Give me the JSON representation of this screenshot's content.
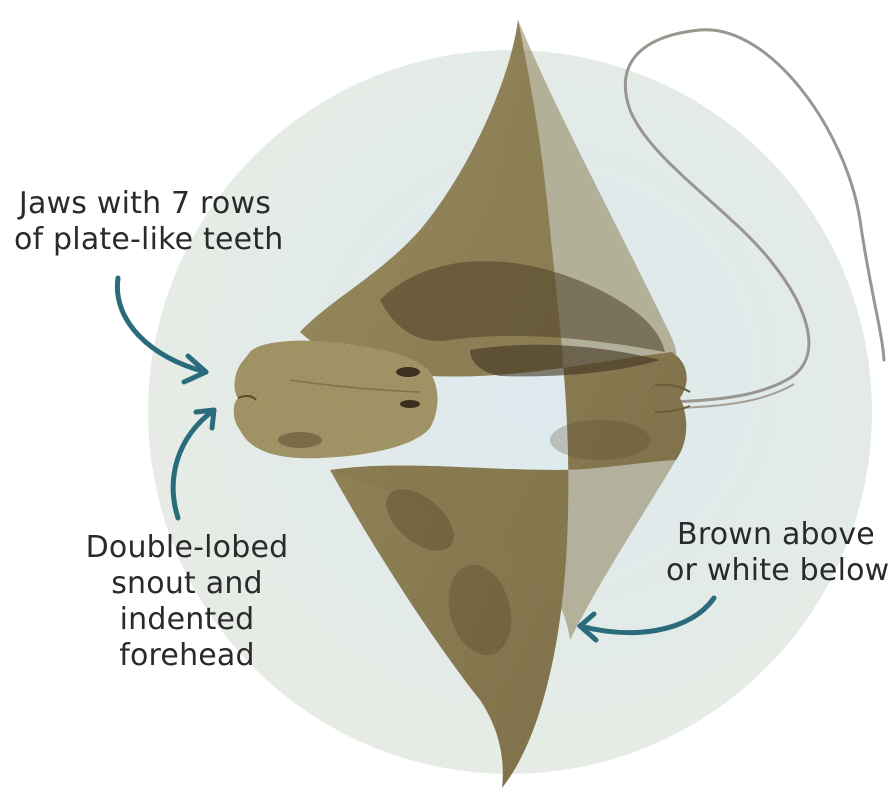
{
  "labels": {
    "jaws": [
      "Jaws with 7 rows",
      "of plate-like teeth"
    ],
    "snout": [
      "Double-lobed",
      "snout and",
      "indented",
      "forehead"
    ],
    "color": [
      "Brown above",
      "or white below"
    ]
  },
  "colors": {
    "background_circle": "#e4ebe6",
    "ray_body": "#8a7c52",
    "ray_dark": "#4e3f27",
    "arrow": "#2a6b7c",
    "text": "#2a2a2a",
    "tail": "#9a958e"
  },
  "icons": {
    "arrow_to_jaws": "curved-arrow-icon",
    "arrow_to_snout": "curved-arrow-icon",
    "arrow_to_body": "curved-arrow-icon"
  }
}
